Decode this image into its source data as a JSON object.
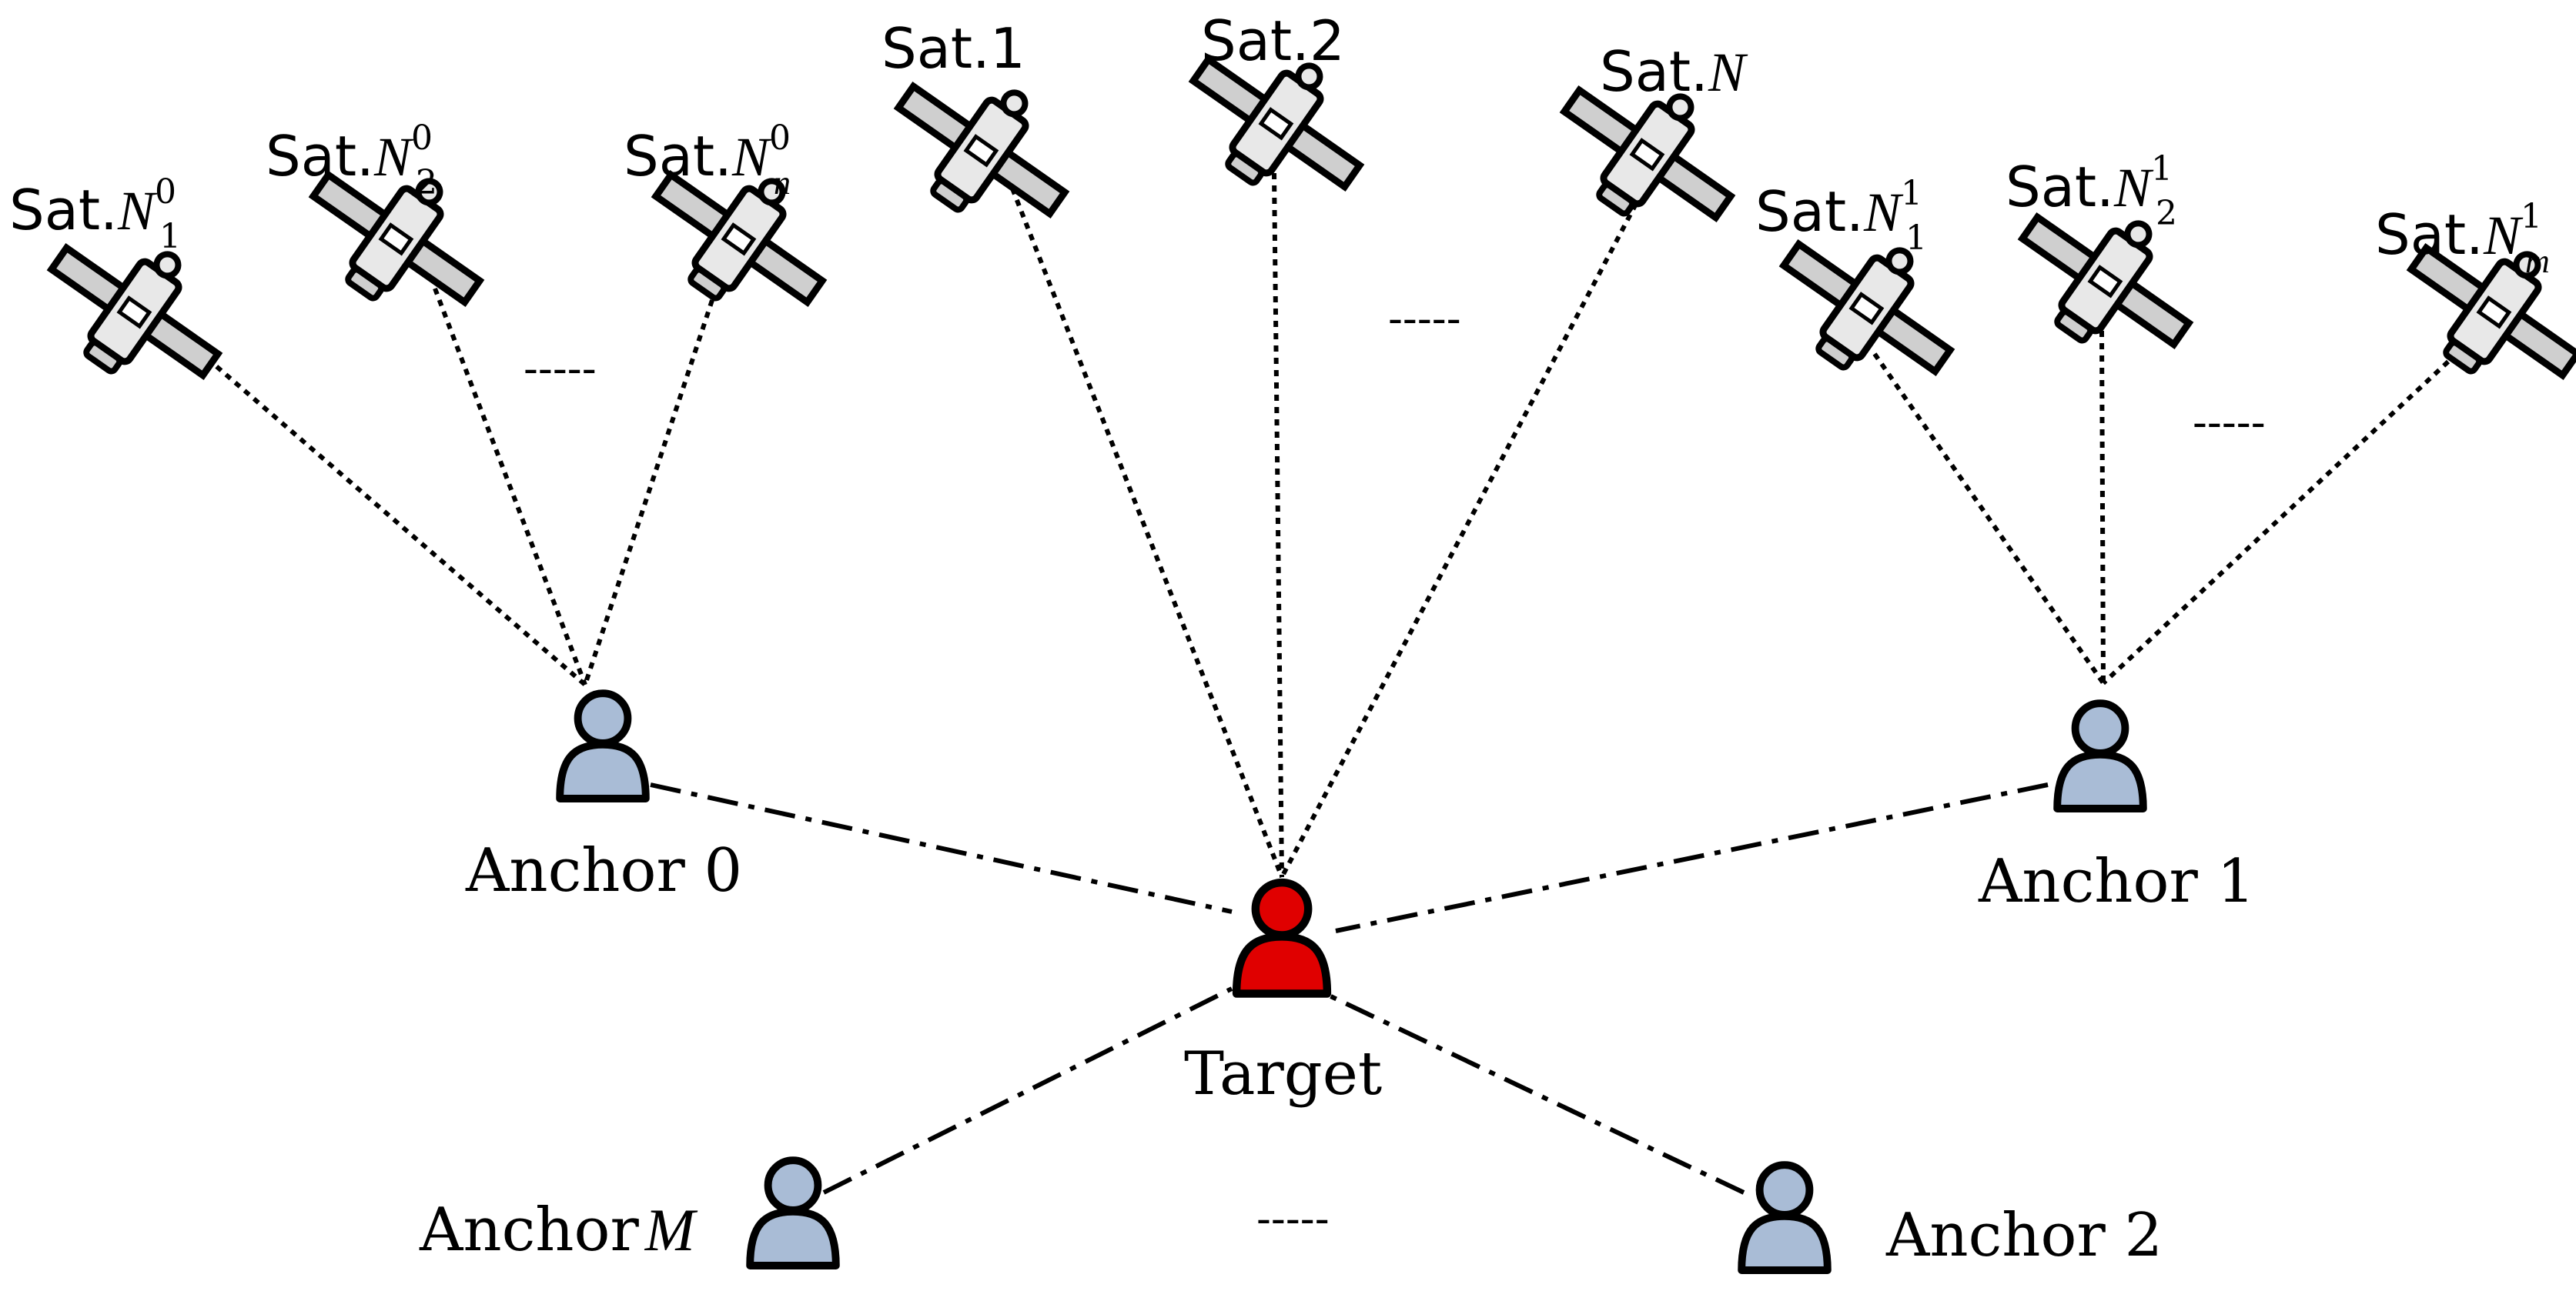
{
  "satellites": [
    {
      "id": "sN01",
      "prefix": "Sat.",
      "base": "N",
      "sup": "0",
      "sub": "1"
    },
    {
      "id": "sN02",
      "prefix": "Sat.",
      "base": "N",
      "sup": "0",
      "sub": "2"
    },
    {
      "id": "sN0n",
      "prefix": "Sat.",
      "base": "N",
      "sup": "0",
      "sub": "n"
    },
    {
      "id": "s1",
      "prefix": "Sat.",
      "base": "1",
      "sup": "",
      "sub": ""
    },
    {
      "id": "s2",
      "prefix": "Sat.",
      "base": "2",
      "sup": "",
      "sub": ""
    },
    {
      "id": "sN",
      "prefix": "Sat.",
      "base": "N",
      "sup": "",
      "sub": ""
    },
    {
      "id": "sN11",
      "prefix": "Sat.",
      "base": "N",
      "sup": "1",
      "sub": "1"
    },
    {
      "id": "sN12",
      "prefix": "Sat.",
      "base": "N",
      "sup": "1",
      "sub": "2"
    },
    {
      "id": "sN1m",
      "prefix": "Sat.",
      "base": "N",
      "sup": "1",
      "sub": "m"
    }
  ],
  "nodes": {
    "target": {
      "label": "Target",
      "color": "#e00000"
    },
    "anchor0": {
      "label": "Anchor 0",
      "color": "#a9bcd6"
    },
    "anchor1": {
      "label": "Anchor 1",
      "color": "#a9bcd6"
    },
    "anchor2": {
      "label": "Anchor 2",
      "color": "#a9bcd6"
    },
    "anchorM": {
      "prefix": "Anchor",
      "italic": "M",
      "color": "#a9bcd6"
    }
  },
  "ellipsis": [
    "-----",
    "-----",
    "-----",
    "-----"
  ],
  "links": {
    "satellite_to_node": [
      [
        "sN01",
        "anchor0"
      ],
      [
        "sN02",
        "anchor0"
      ],
      [
        "sN0n",
        "anchor0"
      ],
      [
        "s1",
        "target"
      ],
      [
        "s2",
        "target"
      ],
      [
        "sN",
        "target"
      ],
      [
        "sN11",
        "anchor1"
      ],
      [
        "sN12",
        "anchor1"
      ],
      [
        "sN1m",
        "anchor1"
      ]
    ],
    "anchor_to_target": [
      "anchor0",
      "anchor1",
      "anchor2",
      "anchorM"
    ]
  }
}
